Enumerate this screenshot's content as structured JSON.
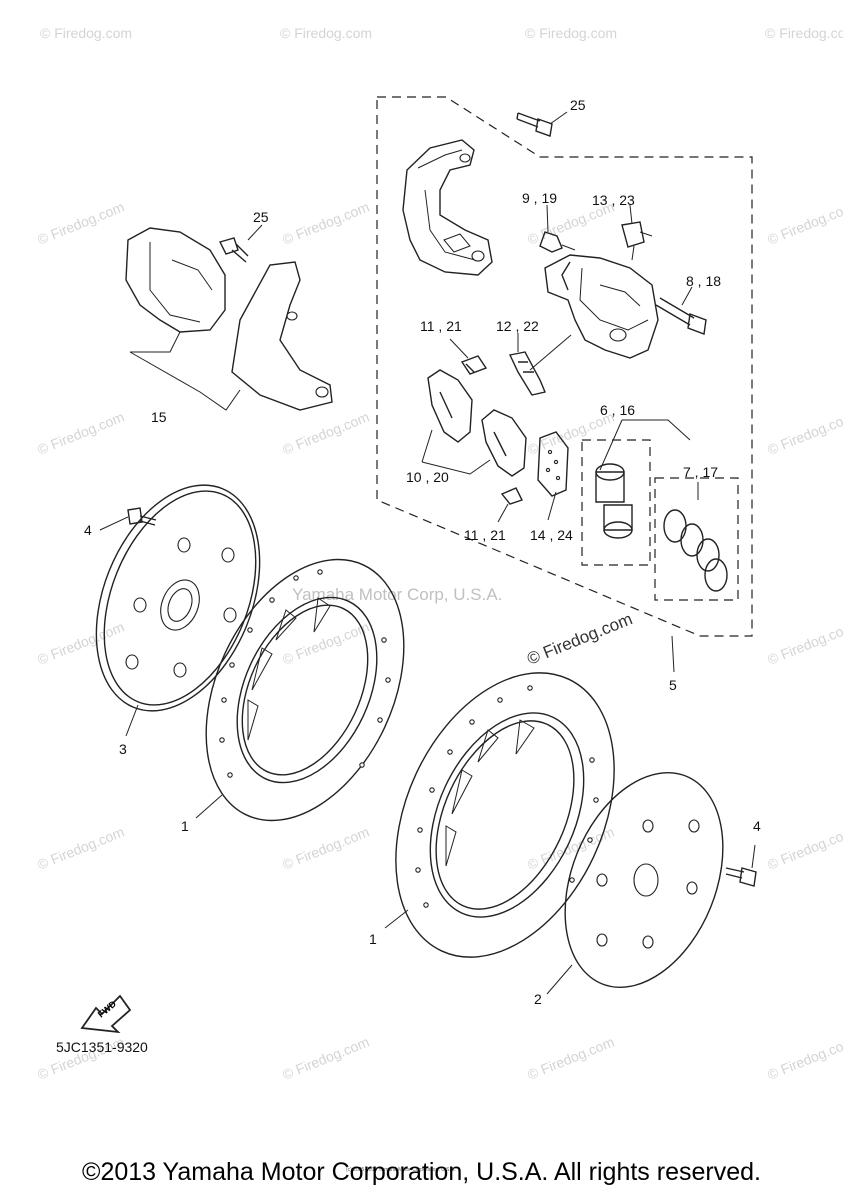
{
  "callouts": {
    "c25a": "25",
    "c25b": "25",
    "c9_19": "9 , 19",
    "c13_23": "13 , 23",
    "c8_18": "8 , 18",
    "c11_21a": "11 , 21",
    "c12_22": "12 , 22",
    "c6_16": "6 , 16",
    "c7_17": "7 , 17",
    "c10_20": "10 , 20",
    "c11_21b": "11 , 21",
    "c14_24": "14 , 24",
    "c15": "15",
    "c4a": "4",
    "c4b": "4",
    "c3": "3",
    "c1a": "1",
    "c1b": "1",
    "c2": "2",
    "c5": "5"
  },
  "fwd_label": "FWD",
  "diagram_code": "5JC1351-9320",
  "watermark_center": "Yamaha Motor Corp, U.S.A.",
  "watermark_firedog": "© Firedog.com",
  "small_copyright": "(c) 2005-2015 Yamaha Motor Corporation, U.S.A.",
  "footer_text": "©2013 Yamaha Motor Corporation, U.S.A. All rights reserved."
}
